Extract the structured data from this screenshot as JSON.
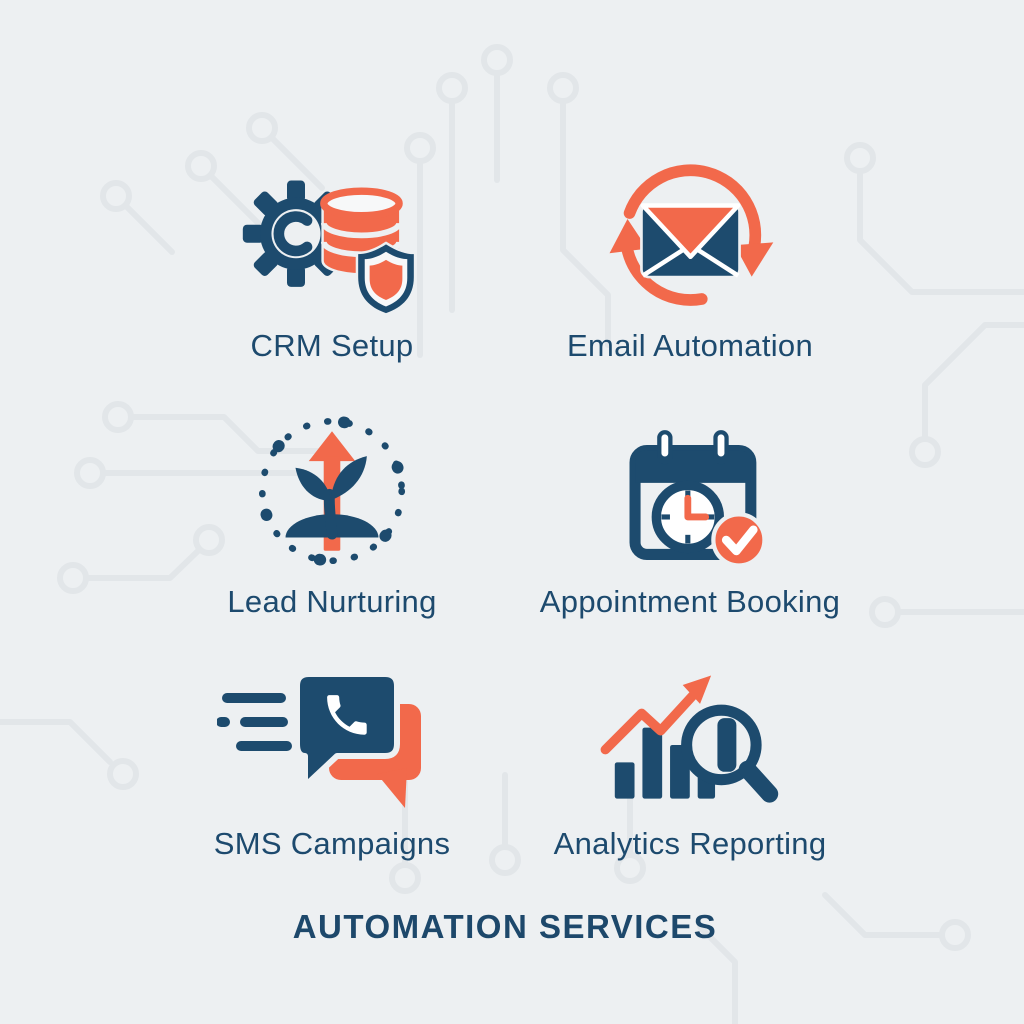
{
  "title": "AUTOMATION SERVICES",
  "palette": {
    "navy": "#1d4b6e",
    "orange": "#f2694b",
    "background": "#edf0f2",
    "circuit_pattern": "#e2e6e9"
  },
  "services": [
    {
      "label": "CRM Setup",
      "icon": "gear-database-shield-icon"
    },
    {
      "label": "Email Automation",
      "icon": "envelope-sync-arrows-icon"
    },
    {
      "label": "Lead Nurturing",
      "icon": "sprout-growth-arrow-icon"
    },
    {
      "label": "Appointment Booking",
      "icon": "calendar-clock-check-icon"
    },
    {
      "label": "SMS Campaigns",
      "icon": "chat-bubbles-phone-icon"
    },
    {
      "label": "Analytics Reporting",
      "icon": "bar-chart-magnifier-icon"
    }
  ]
}
